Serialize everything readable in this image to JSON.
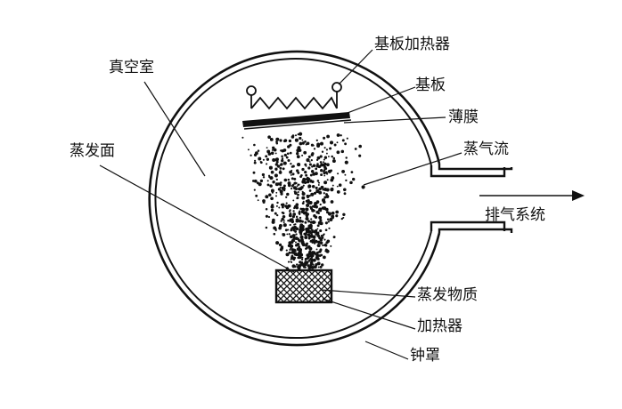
{
  "labels": {
    "substrate_heater": "基板加热器",
    "substrate": "基板",
    "film": "薄膜",
    "vacuum_chamber": "真空室",
    "vapor_flow": "蒸气流",
    "evaporation_surface": "蒸发面",
    "exhaust_system": "排气系统",
    "evaporation_material": "蒸发物质",
    "heater": "加热器",
    "bell_jar": "钟罩"
  },
  "colors": {
    "ink": "#111111",
    "background": "#ffffff"
  }
}
